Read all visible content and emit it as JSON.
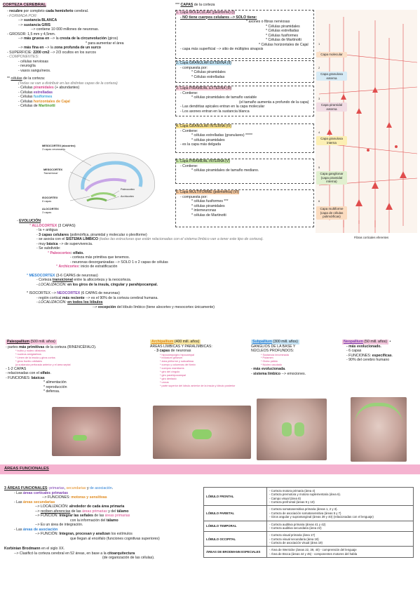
{
  "left": {
    "title": "CORTEZA CEREBRAL",
    "l1": "recubre",
    "l1b": " por completo ",
    "l1c": "cada hemisferio",
    "l1d": " cerebral.",
    "l2": "FORMADA POR:",
    "l3a": "--> ",
    "l3b": "sustancia BLANCA",
    "l4a": "--> ",
    "l4b": "sustancia GRIS",
    "l5": "--> contiene 10 000 millones de neuronas.",
    "l6": "GROSOR: 1,5 mm y 4,5mm.",
    "l7a": "--> ",
    "l7b": "más gruesa en",
    "l7c": " --> la ",
    "l7d": "cresta de la circunvolución",
    "l7e": " (giros)",
    "l8": "* para aumentar el área",
    "l9a": "--> ",
    "l9b": "más fina en",
    "l9c": " --> la ",
    "l9d": "zona profunda de un surco",
    "l10a": "SUPERFICIE: ",
    "l10b": "2200 cm2",
    "l10c": " --> 2/3 ocultos en los surcos",
    "l11": "COMPONENTES:",
    "l12": "- células nerviosas",
    "l13": "- neuroglía",
    "l14": "- vasos sanguíneos.",
    "cel_title_a": "** ",
    "cel_title_b": "células",
    "cel_title_c": " de la corteza:",
    "cel_note": "(Todas se van a distribuir en las distintas capas de la corteza)",
    "cel1a": "- Células ",
    "cel1b": "piramidales",
    "cel1c": " (+ abundantes)",
    "cel2a": "- Células ",
    "cel2b": "estrelladas",
    "cel3a": "- Células ",
    "cel3b": "fusiformes",
    "cel4a": "- Células ",
    "cel4b": "horizontales de Cajal",
    "cel5a": "- Células de ",
    "cel5b": "Martinotti",
    "brain_labels": {
      "meso_top": "MESOCORTEX (alocórtex)",
      "meso_top2": "3 capas neuronales",
      "meso": "MESOCORTEX",
      "meso2": "Transicional",
      "iso": "ISOCORTEX",
      "iso2": "6 capas",
      "alo": "ALOCORTEX",
      "alo2": "3 capas",
      "paleo": "Paleocortex",
      "archi": "Archicortex"
    }
  },
  "right": {
    "title_a": "*** ",
    "title_b": "CAPAS",
    "title_c": " de la corteza",
    "layer1_head": "1. Capa MOLECULAR (plexiforme) (I)",
    "layer1_l1": "- NO tiene cuerpos celulares --> SOLO tiene:",
    "layer1_l2": "* axones o fibras nerviosas",
    "layer1_l3": "* Células piramidales",
    "layer1_l4": "* Células estrelladas",
    "layer1_l5": "* Células fusiformes",
    "layer1_l6": "* Células de Martinotti",
    "layer1_l7": "* Células horizontales de Cajal",
    "layer1_l8": "- capa más superficial --> sitio de múltiples sinapsis",
    "layer1_tag": "Capa molecular",
    "layer2_head": "2. Capa GRANULAR EXTERNA (II)",
    "layer2_l1": "- compuesta por:",
    "layer2_l2": "* Células piramidales",
    "layer2_l3": "* Células estrelladas",
    "layer2_tag": "Capa granulosa externa",
    "layer3_head": "3. Capa PIRAMIDAL EXTERNA (III)",
    "layer3_l1": "- Contiene:",
    "layer3_l2": "* células piramidales de tamaño variable",
    "layer3_l3": "(el tamaño aumenta a profundo de la capa)",
    "layer3_l4": "- Las dendritas apicales entran en la capa molecular",
    "layer3_l5": "- Los axones entran en la sustancia blanca",
    "layer3_tag": "Capa piramidal externa",
    "layer4_head": "4. Capa GRANULAR INTERNA (IV)",
    "layer4_l1": "- Contiene:",
    "layer4_l2": "* células estrelladas (granulares) *****",
    "layer4_l3": "* células piramidales",
    "layer4_l4": "- es la capa más delgada",
    "layer4_tag": "Capa granulosa interna",
    "layer5_head": "5. Capa PIRAMIDAL INTERNA (V)",
    "layer5_l1": "- Contiene:",
    "layer5_l2": "* células piramidales de tamaño mediano.",
    "layer5_tag": "Capa ganglionar (capa piramidal interna)",
    "layer6_head": "6. Capa MULTIFORME (polimórfica) (VI)",
    "layer6_l1": "- compuesta por:",
    "layer6_l2": "* células fusiformes ***",
    "layer6_l3": "* células piramidales",
    "layer6_l4": "* interneuronas",
    "layer6_l5": "* células de Martinotti",
    "layer6_tag": "Capa multiforme (capa de células polimórficas)",
    "efferent": "Fibras corticales eferentes",
    "nums": [
      "1",
      "2",
      "3",
      "4",
      "5",
      "6"
    ]
  },
  "evol": {
    "head_a": "- ",
    "head_b": "EVOLUCIÓN",
    "head_c": ":",
    "allo_a": "* ",
    "allo_b": "ALLOCORTEX",
    "allo_c": " (3 CAPAS)",
    "allo1": "- la + antigua",
    "allo2a": "- ",
    "allo2b": "3 capas celulares",
    "allo2c": " (polimórfica, piramidal y molecular o plexiforme)",
    "allo3a": "- se asocia con el ",
    "allo3b": "SISTEMA LÍMBICO",
    "allo3c": " (todas las estructuras que están relacionadas con el sistema límbico van a tener este tipo de corteza).",
    "allo4a": "- muy ",
    "allo4b": "básica",
    "allo4c": " --> de supervivencia.",
    "allo5": "- Se subdivide:",
    "paleo_a": "* ",
    "paleo_b": "Paleocortex",
    "paleo_c": ": olfato.",
    "paleo1": "- corteza más primitiva que tenemos.",
    "paleo2": "- neuronas desorganizadas --> SOLO 1 o 2 capas de células",
    "archi_a": "* ",
    "archi_b": "Archicortex",
    "archi_c": ": inicio de estratificación",
    "meso_a": "* ",
    "meso_b": "MESOCORTEX",
    "meso_c": " (3-6 CAPAS de neuronas)",
    "meso1a": "- Corteza ",
    "meso1b": "transicional",
    "meso1c": " entre la allocorteza y la neocorteza.",
    "meso2a": "- LOCALIZACIÓN: ",
    "meso2b": "en los giros de la ínsula, cingular y parahipocampal.",
    "iso_a": "* ISOCORTEX --> ",
    "iso_b": "NEOCORTEX",
    "iso_c": " (6 CAPAS de neuronas)",
    "iso1a": "- región cortical ",
    "iso1b": "más reciente",
    "iso1c": " --> es el 90% de la corteza cerebral humana.",
    "iso2a": "- LOCALIZACIÓN: ",
    "iso2b": "en todos los lóbulos",
    "iso3a": "--> ",
    "iso3b": "excepción",
    "iso3c": " del lóbulo límbico (tiene alocortex y mesocortex únicamente)"
  },
  "periods": {
    "paleo": {
      "head_a": "Paleopallium",
      "head_b": " (500 mill. años)",
      "l1a": "- partes ",
      "l1b": "más primitivas",
      "l1c": " de la corteza (RINENCÉFALO).",
      "list": [
        "* bulbo y nudeo olfatorios",
        "* nucleos amigdalinos",
        "* Limen de la insula y giros cortos",
        "* giros frontto orbitales",
        "(a sustancia perforada anterior y el área septal"
      ],
      "l2": "- 1-2 CAPAS",
      "l3a": "- relacionadas con el ",
      "l3b": "olfato",
      "l3c": ".",
      "l4a": "- FUNCIONES: ",
      "l4b": "básicas",
      "f1": "* alimentación",
      "f2": "* reproducción",
      "f3": "* defensa."
    },
    "archi": {
      "head_a": "Archipallium",
      "head_b": " (400 mill. años)",
      "l1": "ÁREAS LÍMBICAS Y PARALÍMBICAS:",
      "l2a": "- ",
      "l2b": "3 capas",
      "l2c": " de neuronas",
      "list": [
        "* hipocampo/giro hipocampal",
        "* indusium griseum",
        "* área piriforme y subcallosa",
        "* cuerpo y columnas del fórnix",
        "* cuerpos mamilares",
        "* giro del cíngulo",
        "* giro parahipocampal",
        "* giro dentado",
        "* uncus",
        "* parte superior del lóbulo anterior de la insula y lóbulo posterior"
      ]
    },
    "sub": {
      "head_a": "Subpallium",
      "head_b": " (300 mill. años)",
      "l1": "GANGLIOS DE LA BASE Y",
      "l2": "NÚCLEOS PROFUNDOS:",
      "list": [
        "* Sustancia innominada",
        "* Putamen",
        "* Globo pálido",
        "* Núcleo caudado"
      ],
      "l3a": "- ",
      "l3b": "más evolucionada",
      "l3c": ".",
      "l4a": "- ",
      "l4b": "sistema límbico",
      "l4c": " --> emociones."
    },
    "neo": {
      "head_a": "Neopallium",
      "head_b": " (50 mill. años)",
      "bullet": "•",
      "l1": "- más evolucionado.",
      "l2": "- 6 capas",
      "l3a": "- FUNCIONES: ",
      "l3b": "específicas",
      "l3c": ".",
      "l4": "- 90% del cerebro humano"
    }
  },
  "areas": {
    "header": "ÁREAS FUNCIONALES",
    "l1a": "3 ÁREAS FUNCIONALES",
    "l1b": ": ",
    "l1c": "primarias",
    "l1d": ", ",
    "l1e": "secundarias",
    "l1f": " y ",
    "l1g": "de asociación",
    "l1h": ".",
    "p1a": "- Las ",
    "p1b": "áreas corticales primarias",
    "p2": "--> FUNCIONES: ",
    "p2b": "motoras y sensitivas",
    "s1a": "- Las ",
    "s1b": "áreas secundarias",
    "s2a": "--> LOCALIZACIÓN: ",
    "s2b": "alrededor de cada área primaria",
    "s3a": "--> ",
    "s3b": "reciben aferencias",
    "s3c": " de las ",
    "s3d": "áreas primarias",
    "s3e": " y del ",
    "s3f": "tálamo",
    "s4a": "--> FUNCIÓN: ",
    "s4b": "Integrar las señales",
    "s4c": " de las ",
    "s4d": "áreas primarias",
    "s5a": "con la información del ",
    "s5b": "tálamo",
    "s6": "--> Es un área de integración.",
    "a1a": "- Las ",
    "a1b": "áreas de asociación",
    "a2a": "--> FUNCIÓN: ",
    "a2b": "Integran, procesan y analizan",
    "a2c": " los estímulos",
    "a3": "que llegan al encéfalo (funciones cognitivas superiores)",
    "k1": "Korbinian Brodmann",
    "k1b": " en el siglo XX.",
    "k2a": "--> Clasificó la corteza cerebral en 52 áreas, en base a la ",
    "k2b": "citoarquitectura",
    "k3": "(de organización de las células)."
  },
  "table": [
    {
      "lobe": "LÓBULO FRONTAL",
      "items": [
        "Corteza motora primaria (área 4)",
        "Corteza premotora y motora suplementaria (área 6).",
        "Campo visual (área 8)",
        "Corteza prefrontal (áreas 9 y 10)"
      ]
    },
    {
      "lobe": "LÓBULO PARIETAL",
      "items": [
        "Corteza somatosensitiva primaria (áreas 1, 2 y 3).",
        "Corteza de asociación somatosensitiva (áreas 5 y 7)",
        "Giros angular y supramarginal (áreas 39 y 40) (relacionadas con el lenguaje)"
      ]
    },
    {
      "lobe": "LÓBULO TEMPORAL",
      "items": [
        "Corteza auditiva primaria (áreas 41 y 42)",
        "Corteza auditiva secundaria (área 22)"
      ]
    },
    {
      "lobe": "LÓBULO OCCIPITAL",
      "items": [
        "Corteza visual primaria (área 17)",
        "Corteza visual secundaria (área 18)",
        "Corteza de asociación visual (área 19)"
      ]
    },
    {
      "lobe": "ÁREAS DE BRODMANN ESPECIALES",
      "items": [
        "Área de Wernicke (áreas 22, 39, 40) - comprensión del lenguaje",
        "Área de Broca (áreas 44 y 45) - componentes motores del habla"
      ]
    }
  ]
}
